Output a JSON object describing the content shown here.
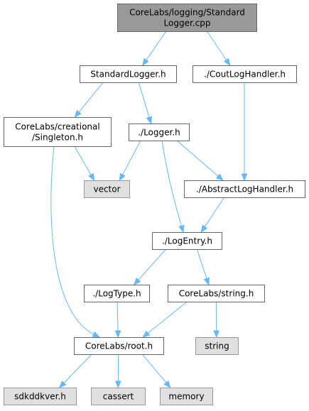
{
  "colors": {
    "root_fill": "#999999",
    "root_stroke": "#666666",
    "file_fill": "#ffffff",
    "file_stroke": "#666666",
    "system_fill": "#e0e0e0",
    "system_stroke": "#999999",
    "edge": "#63b8ff",
    "text": "#000000"
  },
  "nodes": [
    {
      "id": "standard-logger-cpp",
      "kind": "root",
      "lines": [
        "CoreLabs/logging/Standard",
        "Logger.cpp"
      ]
    },
    {
      "id": "standard-logger-h",
      "kind": "file",
      "lines": [
        "StandardLogger.h"
      ]
    },
    {
      "id": "cout-log-handler-h",
      "kind": "file",
      "lines": [
        "./CoutLogHandler.h"
      ]
    },
    {
      "id": "singleton-h",
      "kind": "file",
      "lines": [
        "CoreLabs/creational",
        "/Singleton.h"
      ]
    },
    {
      "id": "logger-h",
      "kind": "file",
      "lines": [
        "./Logger.h"
      ]
    },
    {
      "id": "vector",
      "kind": "system",
      "lines": [
        "vector"
      ]
    },
    {
      "id": "abstract-log-handler-h",
      "kind": "file",
      "lines": [
        "./AbstractLogHandler.h"
      ]
    },
    {
      "id": "log-entry-h",
      "kind": "file",
      "lines": [
        "./LogEntry.h"
      ]
    },
    {
      "id": "log-type-h",
      "kind": "file",
      "lines": [
        "./LogType.h"
      ]
    },
    {
      "id": "corelabs-string-h",
      "kind": "file",
      "lines": [
        "CoreLabs/string.h"
      ]
    },
    {
      "id": "corelabs-root-h",
      "kind": "file",
      "lines": [
        "CoreLabs/root.h"
      ]
    },
    {
      "id": "string",
      "kind": "system",
      "lines": [
        "string"
      ]
    },
    {
      "id": "sdkddkver-h",
      "kind": "system",
      "lines": [
        "sdkddkver.h"
      ]
    },
    {
      "id": "cassert",
      "kind": "system",
      "lines": [
        "cassert"
      ]
    },
    {
      "id": "memory",
      "kind": "system",
      "lines": [
        "memory"
      ]
    }
  ],
  "edges": [
    {
      "from": "standard-logger-cpp",
      "to": "standard-logger-h"
    },
    {
      "from": "standard-logger-cpp",
      "to": "cout-log-handler-h"
    },
    {
      "from": "standard-logger-h",
      "to": "singleton-h"
    },
    {
      "from": "standard-logger-h",
      "to": "logger-h"
    },
    {
      "from": "singleton-h",
      "to": "vector"
    },
    {
      "from": "singleton-h",
      "to": "corelabs-root-h"
    },
    {
      "from": "logger-h",
      "to": "vector"
    },
    {
      "from": "logger-h",
      "to": "abstract-log-handler-h"
    },
    {
      "from": "logger-h",
      "to": "log-entry-h"
    },
    {
      "from": "cout-log-handler-h",
      "to": "abstract-log-handler-h"
    },
    {
      "from": "abstract-log-handler-h",
      "to": "log-entry-h"
    },
    {
      "from": "log-entry-h",
      "to": "log-type-h"
    },
    {
      "from": "log-entry-h",
      "to": "corelabs-string-h"
    },
    {
      "from": "log-type-h",
      "to": "corelabs-root-h"
    },
    {
      "from": "corelabs-string-h",
      "to": "corelabs-root-h"
    },
    {
      "from": "corelabs-string-h",
      "to": "string"
    },
    {
      "from": "corelabs-root-h",
      "to": "sdkddkver-h"
    },
    {
      "from": "corelabs-root-h",
      "to": "cassert"
    },
    {
      "from": "corelabs-root-h",
      "to": "memory"
    }
  ]
}
